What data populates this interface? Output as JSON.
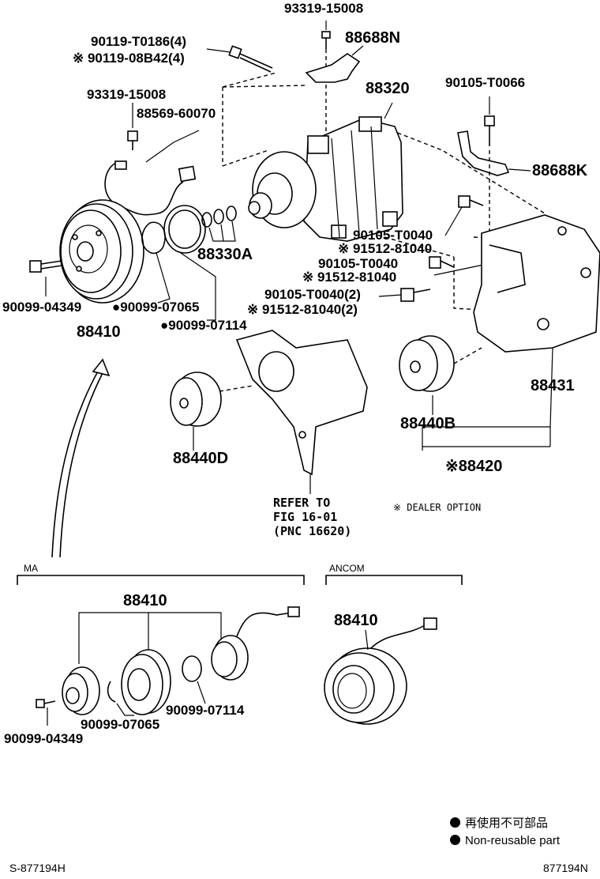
{
  "labels": {
    "bolt_93319_top": "93319-15008",
    "bolt_90119_a": "90119-T0186(4)",
    "bolt_90119_b": "※ 90119-08B42(4)",
    "bracket_88688n": "88688N",
    "compressor_88320": "88320",
    "bolt_90105_t0066": "90105-T0066",
    "bolt_93319_left": "93319-15008",
    "sensor_88569": "88569-60070",
    "bracket_88688k": "88688K",
    "bolt_90105_t0040_a": "90105-T0040",
    "washer_91512_a": "※ 91512-81040",
    "bolt_90105_t0040_b": "90105-T0040",
    "washer_91512_b": "※ 91512-81040",
    "bolt_90105_t0040_c": "90105-T0040(2)",
    "washer_91512_c": "※ 91512-81040(2)",
    "shims_88330a": "88330A",
    "bolt_90099_04349": "90099-04349",
    "ring_90099_07065": "●90099-07065",
    "ring_90099_07114": "●90099-07114",
    "clutch_88410": "88410",
    "bracket_88431": "88431",
    "pulley_88440b": "88440B",
    "pulley_88440d": "88440D",
    "assembly_88420": "※88420",
    "refer_note": "REFER TO\nFIG 16-01\n(PNC 16620)",
    "dealer_option": "※ DEALER OPTION"
  },
  "ma_section": {
    "title": "MA",
    "clutch": "88410",
    "bolt": "90099-04349",
    "ring_a": "90099-07065",
    "ring_b": "90099-07114"
  },
  "ancom_section": {
    "title": "ANCOM",
    "clutch": "88410"
  },
  "legend": {
    "jp": "再使用不可部品",
    "en": "Non-reusable part"
  },
  "footer": {
    "left": "S-877194H",
    "right": "877194N"
  }
}
